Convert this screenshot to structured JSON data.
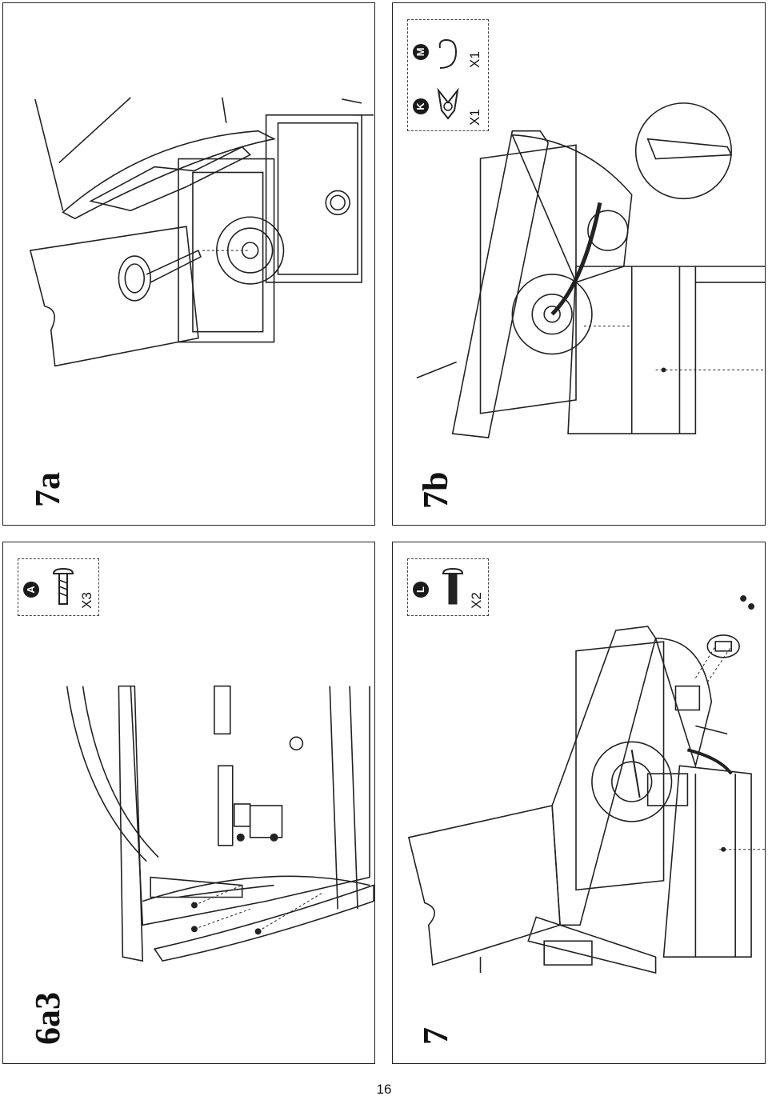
{
  "page": {
    "number": "16"
  },
  "panels": [
    {
      "step": "7a",
      "parts": [
        {
          "letter": "K",
          "qty": "X1",
          "icon": "wing-nut-icon"
        },
        {
          "letter": "M",
          "qty": "X1",
          "icon": "hook-icon"
        }
      ]
    },
    {
      "step": "7b",
      "parts": []
    },
    {
      "step": "6a3",
      "parts": [
        {
          "letter": "A",
          "qty": "X3",
          "icon": "screw-icon"
        }
      ]
    },
    {
      "step": "7",
      "parts": [
        {
          "letter": "L",
          "qty": "X2",
          "icon": "bolt-icon"
        }
      ]
    }
  ]
}
